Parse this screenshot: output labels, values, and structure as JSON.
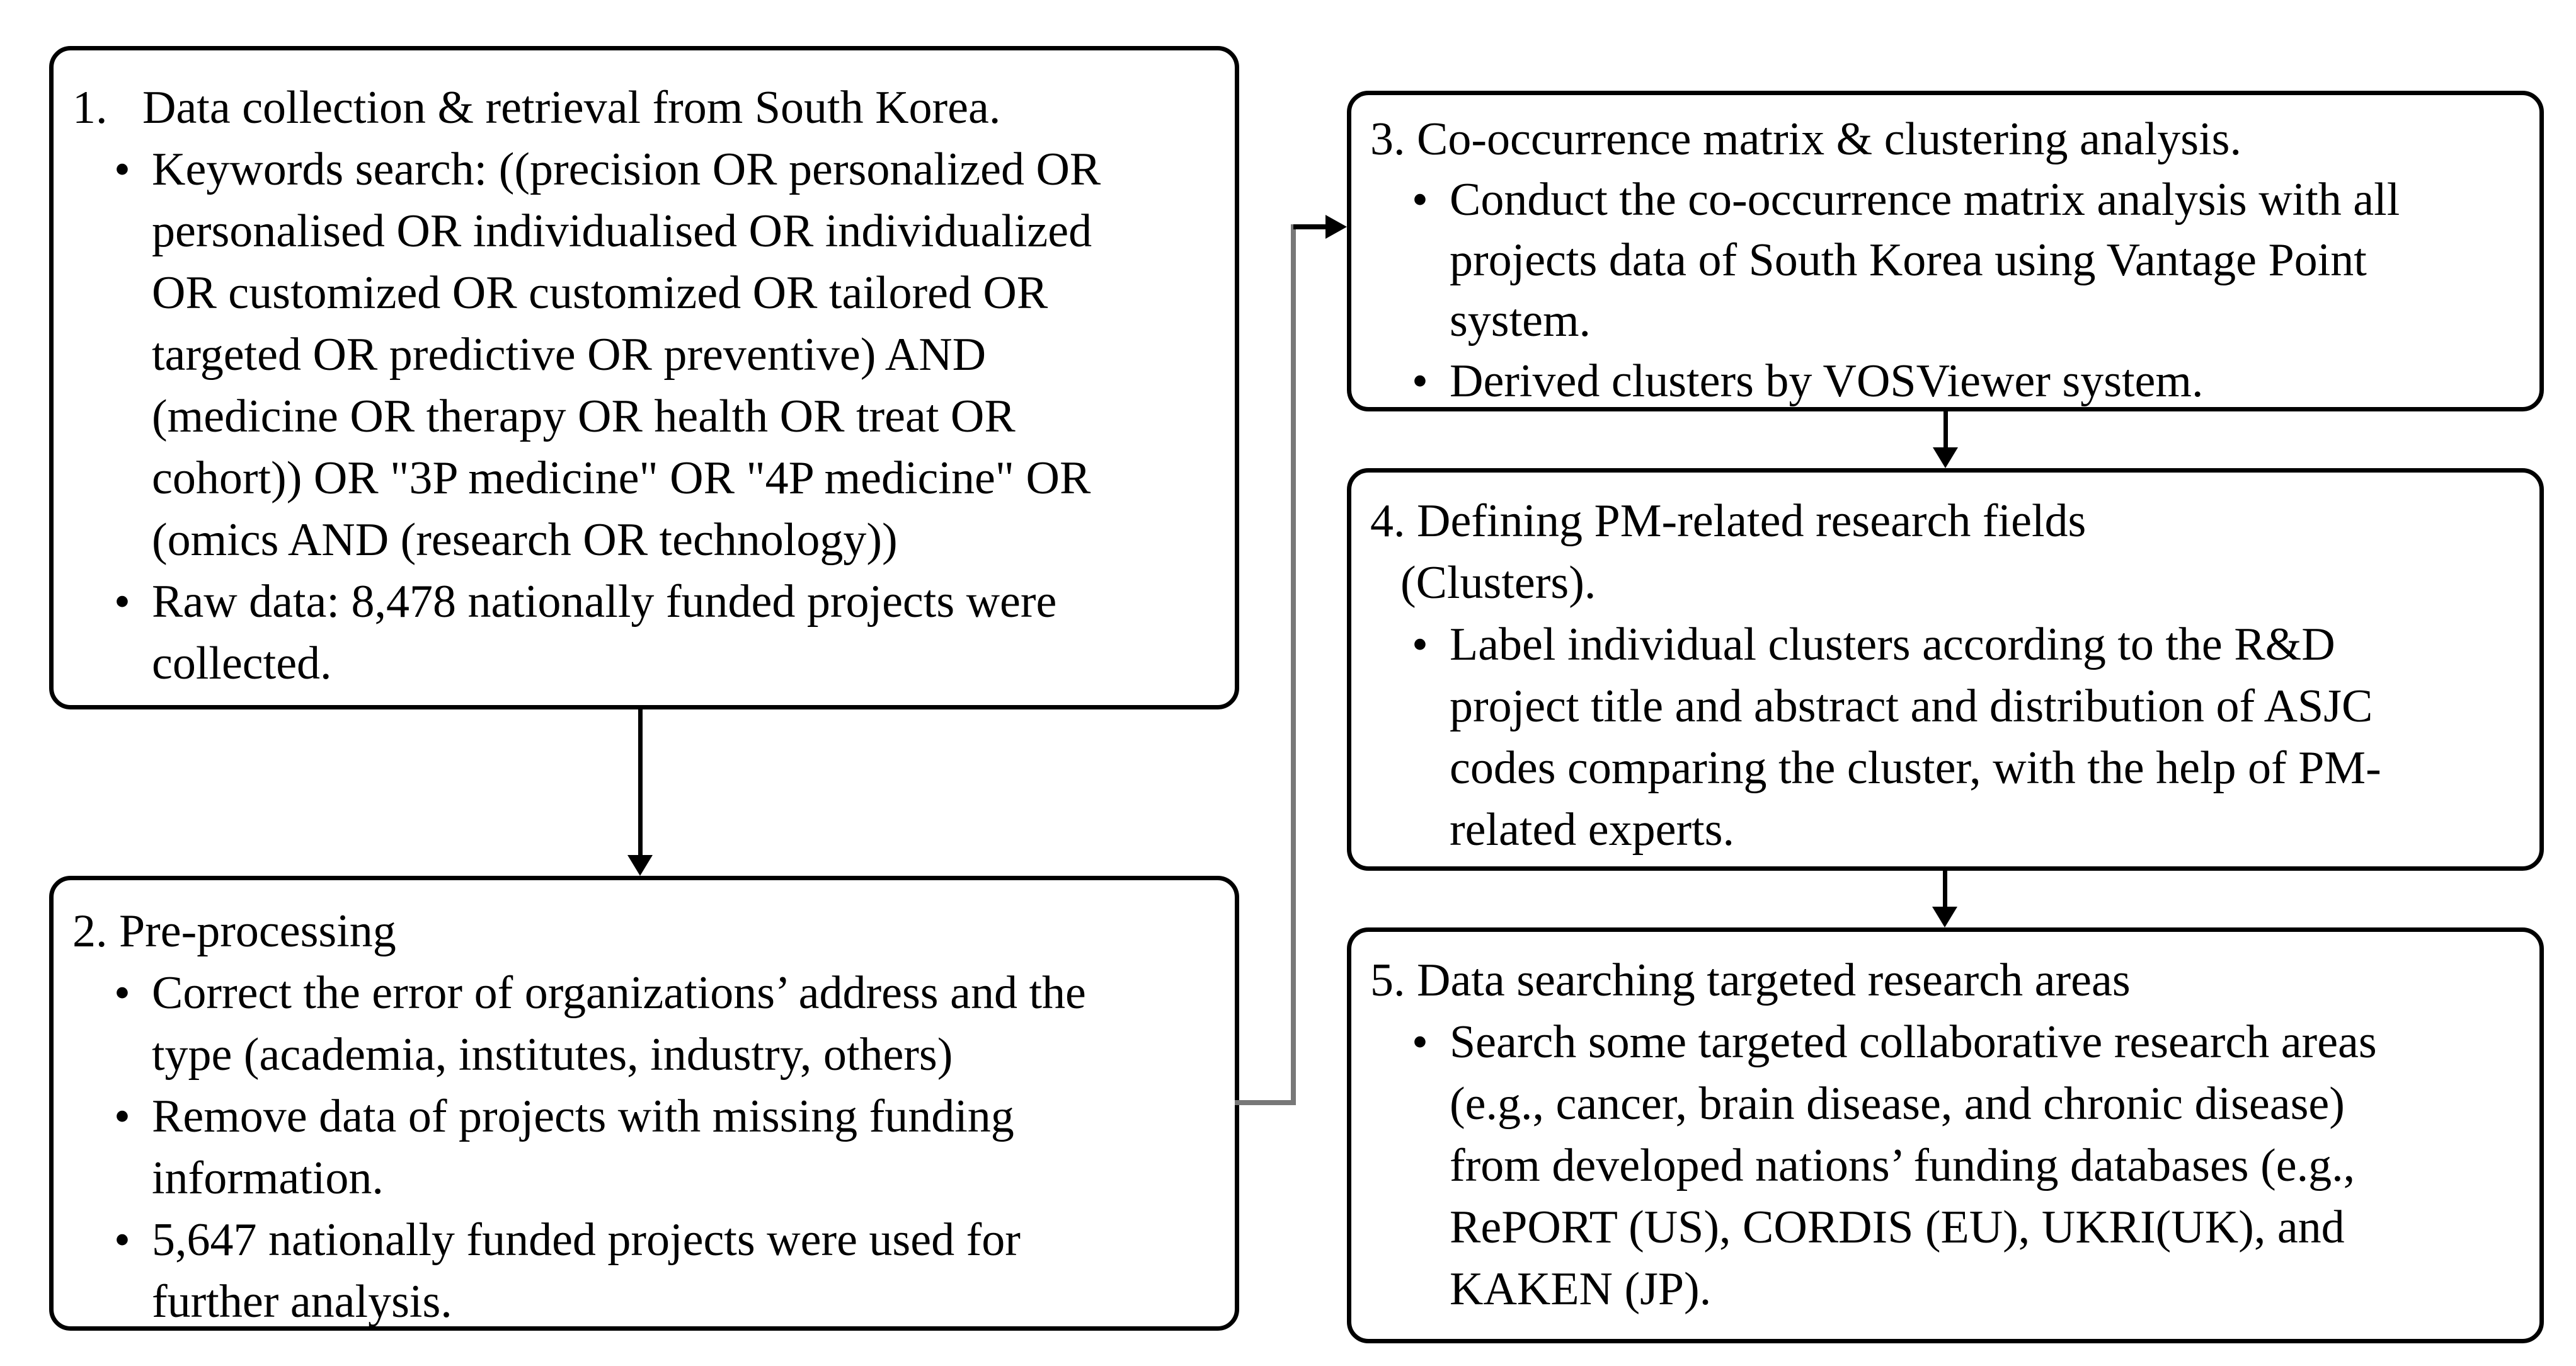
{
  "figure_type": "flowchart",
  "colors": {
    "background": "#ffffff",
    "box_border": "#000000",
    "text": "#000000",
    "connector_gray": "#787878",
    "arrow_black": "#000000"
  },
  "boxes": [
    {
      "id": "box-1",
      "step": 1,
      "lines": [
        {
          "t": "title",
          "text": "1.   Data collection & retrieval from South Korea."
        },
        {
          "t": "bullet",
          "text": "Keywords search: ((precision OR personalized OR"
        },
        {
          "t": "cont",
          "text": "personalised OR individualised OR individualized"
        },
        {
          "t": "cont",
          "text": "OR customized OR customized OR tailored OR"
        },
        {
          "t": "cont",
          "text": "targeted OR predictive OR preventive) AND"
        },
        {
          "t": "cont",
          "text": "(medicine OR therapy OR health OR treat OR"
        },
        {
          "t": "cont",
          "text": "cohort)) OR \"3P medicine\" OR \"4P medicine\" OR"
        },
        {
          "t": "cont",
          "text": "(omics AND (research OR technology))"
        },
        {
          "t": "bullet",
          "text": "Raw data: 8,478 nationally funded projects were"
        },
        {
          "t": "cont",
          "text": "collected."
        }
      ]
    },
    {
      "id": "box-2",
      "step": 2,
      "lines": [
        {
          "t": "title",
          "text": "2. Pre-processing"
        },
        {
          "t": "bullet",
          "text": "Correct the error of organizations’ address and the"
        },
        {
          "t": "cont",
          "text": "type (academia, institutes, industry, others)"
        },
        {
          "t": "bullet",
          "text": "Remove data of projects with missing  funding"
        },
        {
          "t": "cont",
          "text": "information."
        },
        {
          "t": "bullet",
          "text": "5,647 nationally funded projects were used for"
        },
        {
          "t": "cont",
          "text": "further analysis."
        }
      ]
    },
    {
      "id": "box-3",
      "step": 3,
      "lines": [
        {
          "t": "title",
          "text": "3. Co-occurrence matrix & clustering analysis."
        },
        {
          "t": "bullet",
          "text": "Conduct the co-occurrence matrix analysis with all"
        },
        {
          "t": "cont",
          "text": "projects data of South Korea using Vantage Point"
        },
        {
          "t": "cont",
          "text": "system."
        },
        {
          "t": "bullet",
          "text": "Derived clusters by VOSViewer system."
        }
      ]
    },
    {
      "id": "box-4",
      "step": 4,
      "lines": [
        {
          "t": "title",
          "text": "4. Defining PM-related research fields"
        },
        {
          "t": "title2",
          "text": "(Clusters)."
        },
        {
          "t": "bullet",
          "text": "Label individual clusters according to the R&D"
        },
        {
          "t": "cont",
          "text": "project title and abstract and distribution of ASJC"
        },
        {
          "t": "cont",
          "text": "codes comparing the cluster, with the help of PM-"
        },
        {
          "t": "cont",
          "text": "related experts."
        }
      ]
    },
    {
      "id": "box-5",
      "step": 5,
      "lines": [
        {
          "t": "title",
          "text": "5. Data searching targeted research areas"
        },
        {
          "t": "bullet",
          "text": "Search some targeted collaborative research areas"
        },
        {
          "t": "cont",
          "text": "(e.g., cancer, brain disease, and chronic disease)"
        },
        {
          "t": "cont",
          "text": "from developed nations’ funding databases (e.g.,"
        },
        {
          "t": "cont",
          "text": "RePORT (US), CORDIS (EU), UKRI(UK), and"
        },
        {
          "t": "cont",
          "text": "KAKEN (JP)."
        }
      ]
    }
  ],
  "connections": [
    {
      "from": "box-1",
      "to": "box-2",
      "style": "straight-down-arrow"
    },
    {
      "from": "box-2",
      "to": "box-3",
      "style": "elbow-right-then-up-arrow"
    },
    {
      "from": "box-3",
      "to": "box-4",
      "style": "straight-down-arrow"
    },
    {
      "from": "box-4",
      "to": "box-5",
      "style": "straight-down-arrow"
    }
  ]
}
